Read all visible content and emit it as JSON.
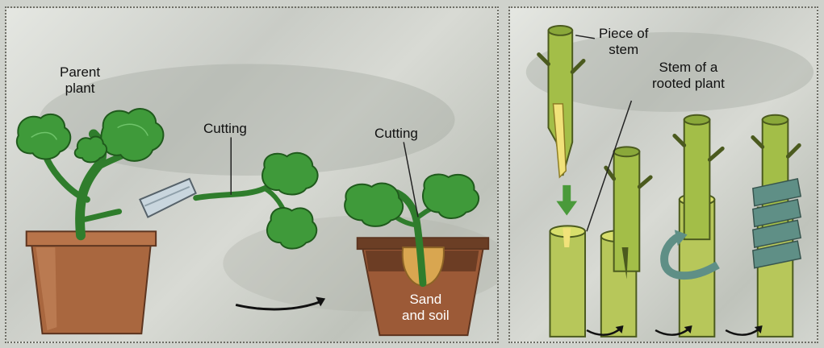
{
  "left_panel": {
    "parent_plant_label_line1": "Parent",
    "parent_plant_label_line2": "plant",
    "cutting_label_1": "Cutting",
    "cutting_label_2": "Cutting",
    "sand_soil_line1": "Sand",
    "sand_soil_line2": "and soil"
  },
  "right_panel": {
    "piece_of_stem_line1": "Piece of",
    "piece_of_stem_line2": "stem",
    "rooted_stem_line1": "Stem of a",
    "rooted_stem_line2": "rooted plant"
  },
  "colors": {
    "leaf": "#3f9a3a",
    "stem": "#b7c75a",
    "pot": "#a9673f",
    "tape": "#5f8f86"
  }
}
